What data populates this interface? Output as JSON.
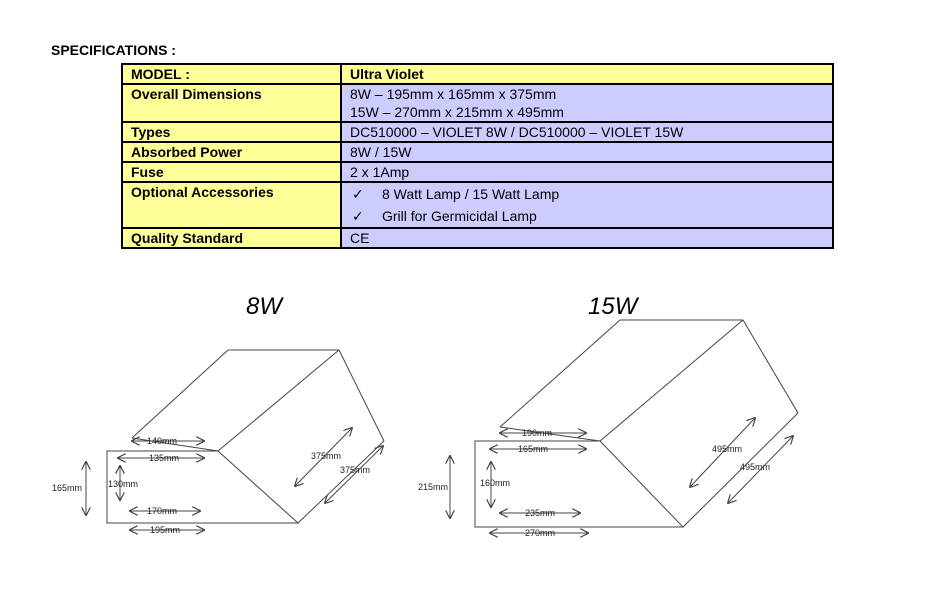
{
  "heading": "SPECIFICATIONS :",
  "spec_table": {
    "model_label": "MODEL :",
    "model_value": "Ultra Violet",
    "dimensions_label": "Overall Dimensions",
    "dimensions_line1": "8W   – 195mm x 165mm x 375mm",
    "dimensions_line2": "15W – 270mm x 215mm x 495mm",
    "types_label": "Types",
    "types_value": "DC510000 – VIOLET 8W  /  DC510000 – VIOLET 15W",
    "power_label": "Absorbed Power",
    "power_value": "8W  /  15W",
    "fuse_label": "Fuse",
    "fuse_value": "2 x 1Amp",
    "accessories_label": "Optional Accessories",
    "accessory_check": "✓",
    "accessory_1": "8 Watt Lamp /  15 Watt Lamp",
    "accessory_2": "Grill for Germicidal Lamp",
    "quality_label": "Quality Standard",
    "quality_value": "CE"
  },
  "drawing_8w": {
    "title": "8W",
    "top_front": "140mm",
    "top_back": "135mm",
    "height_outer": "165mm",
    "height_inner": "130mm",
    "bottom_inner": "170mm",
    "bottom_outer": "195mm",
    "depth_upper": "375mm",
    "depth_lower": "375mm"
  },
  "drawing_15w": {
    "title": "15W",
    "top_front": "190mm",
    "top_back": "165mm",
    "height_outer": "215mm",
    "height_inner": "160mm",
    "bottom_inner": "235mm",
    "bottom_outer": "270mm",
    "depth_upper": "495mm",
    "depth_lower": "495mm"
  }
}
